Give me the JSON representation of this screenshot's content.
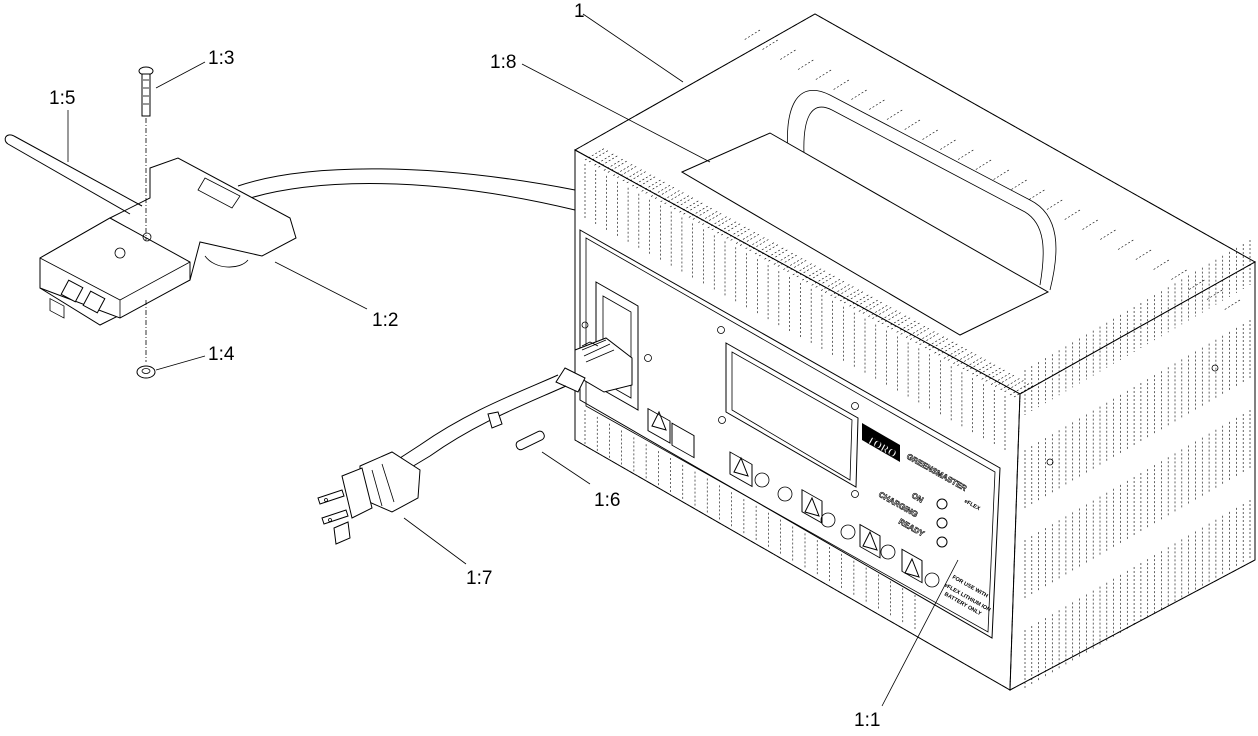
{
  "callouts": {
    "c1": "1",
    "c1_8": "1:8",
    "c1_3": "1:3",
    "c1_5": "1:5",
    "c1_2": "1:2",
    "c1_4": "1:4",
    "c1_6": "1:6",
    "c1_7": "1:7",
    "c1_1": "1:1"
  },
  "panel": {
    "brand": "TORO",
    "model": "GREENSMASTER",
    "model_sub": "eFLEX",
    "indicator_on": "ON",
    "indicator_charging": "CHARGING",
    "indicator_ready": "READY",
    "notice_line1": "FOR USE WITH",
    "notice_line2": "eFLEX LITHIUM ION",
    "notice_line3": "BATTERY ONLY"
  }
}
